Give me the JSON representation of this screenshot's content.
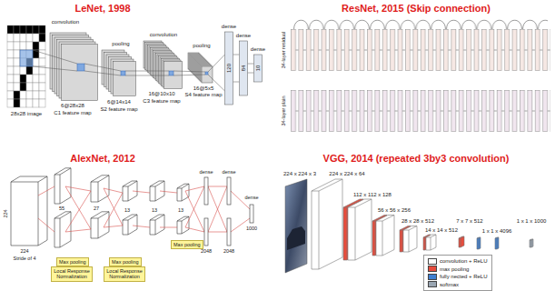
{
  "diagram": {
    "nodes": [
      {
        "text": [
          "Max pooling"
        ]
      },
      {
        "text": [
          "Local Response Normalization"
        ]
      },
      {
        "text": [
          "Max pooling"
        ]
      },
      {
        "text": [
          "Local Response Normalization"
        ]
      },
      {
        "text": [
          "Max pooling"
        ]
      }
    ],
    "labels": [
      "LeNet, 1998",
      "convolution",
      "pooling",
      "convolution",
      "pooling",
      "dense",
      "dense",
      "dense",
      "28x28 image",
      "6@28x28",
      "C1 feature map",
      "6@14x14",
      "S2 feature map",
      "16@10x10",
      "C3 feature map",
      "16@5x5",
      "S4 feature map",
      "120",
      "84",
      "10",
      "ResNet, 2015 (Skip connection)",
      "34-layer residual",
      "34-layer plain",
      "AlexNet, 2012",
      "224",
      "224",
      "Stride of 4",
      "55",
      "27",
      "13",
      "13",
      "13",
      "dense",
      "dense",
      "dense",
      "2048",
      "2048",
      "1000",
      "VGG, 2014 (repeated 3by3 convolution)",
      "224 x 224 x 3",
      "224 x 224 x 64",
      "112 x 112 x 128",
      "56 x 56 x 256",
      "28 x 28 x 512",
      "14 x 14 x 512",
      "7 x 7 x 512",
      "1 x 1 x 4096",
      "1 x 1 x 1000"
    ],
    "legend": [
      {
        "text": "convolution + ReLU",
        "color": "#ffffff"
      },
      {
        "text": "max pooling",
        "color": "#e74c3c"
      },
      {
        "text": "fully nected + ReLU",
        "color": "#3f7fd0"
      },
      {
        "text": "softmax",
        "color": "#9aa6b2"
      }
    ]
  }
}
